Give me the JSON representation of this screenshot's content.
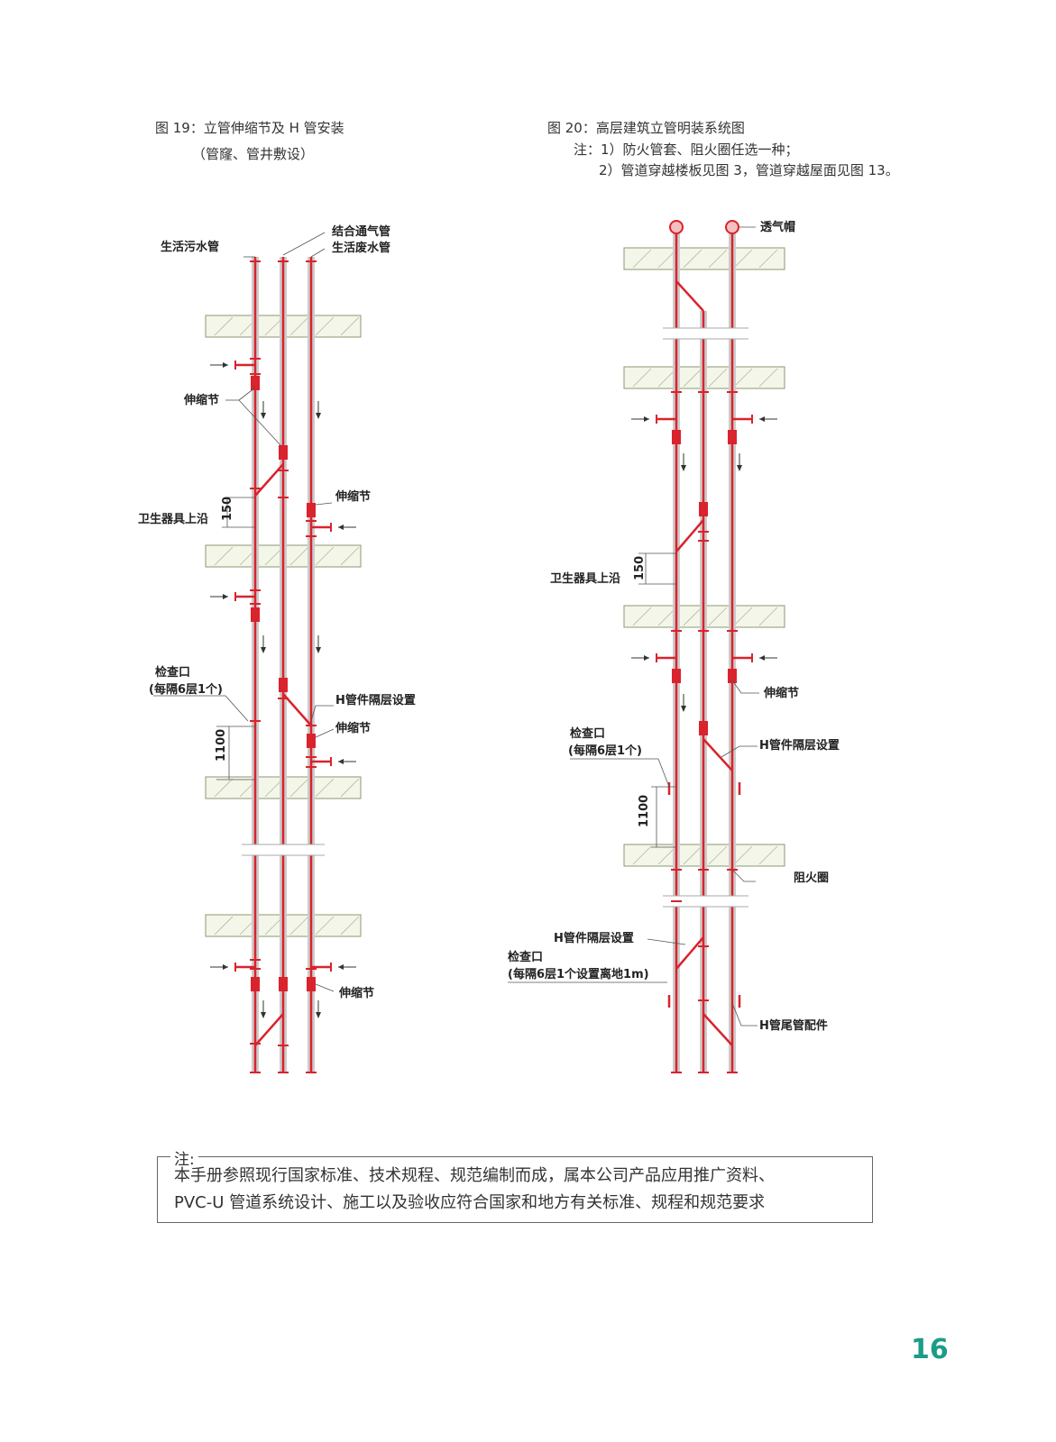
{
  "fig19": {
    "title": "图 19：立管伸缩节及 H 管安装",
    "subtitle": "（管窿、管井敷设）",
    "labels": {
      "sewage": "生活污水管",
      "vent": "结合通气管",
      "waste": "生活废水管",
      "expansion1": "伸缩节",
      "expansion2": "伸缩节",
      "expansion3": "伸缩节",
      "expansion4": "伸缩节",
      "fixture": "卫生器具上沿",
      "dim150": "150",
      "inspect": "检查口",
      "inspect_note": "(每隔6层1个)",
      "hpipe": "H管件隔层设置",
      "dim1100": "1100"
    }
  },
  "fig20": {
    "title": "图 20：高层建筑立管明装系统图",
    "note1": "注：1）防火管套、阻火圈任选一种；",
    "note2": "2）管道穿越楼板见图 3，管道穿越屋面见图 13。",
    "labels": {
      "cap": "透气帽",
      "fixture": "卫生器具上沿",
      "dim150": "150",
      "expansion": "伸缩节",
      "inspect": "检查口",
      "inspect_note": "(每隔6层1个)",
      "hpipe1": "H管件隔层设置",
      "dim1100": "1100",
      "firering": "阻火圈",
      "hpipe2": "H管件隔层设置",
      "inspect2": "检查口",
      "inspect2_note": "(每隔6层1个设置离地1m)",
      "htail": "H管尾管配件"
    }
  },
  "note": {
    "title": "注:",
    "line1": "本手册参照现行国家标准、技术规程、规范编制而成，属本公司产品应用推广资料、",
    "line2": "PVC-U 管道系统设计、施工以及验收应符合国家和地方有关标准、规程和规范要求"
  },
  "page_number": "16",
  "colors": {
    "pipe": "#d9232d",
    "accent": "#1a9c8a"
  }
}
